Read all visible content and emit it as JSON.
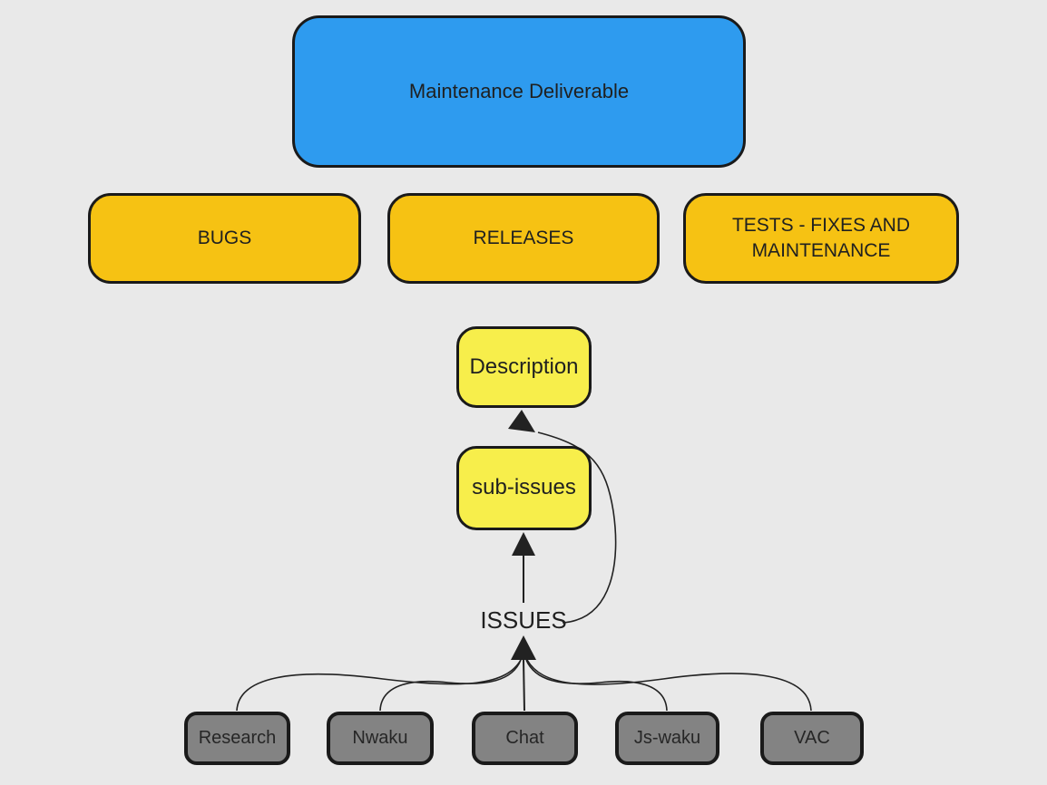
{
  "colors": {
    "background": "#e9e9e9",
    "blue": "#2e9bef",
    "orange": "#f6c213",
    "yellow": "#f7ee4b",
    "gray": "#838383",
    "border": "#1a1a1a",
    "line": "#222222",
    "text_dark": "#1f2020"
  },
  "diagram": {
    "nodes": {
      "root": {
        "label": "Maintenance Deliverable",
        "color": "#2e9bef"
      },
      "bugs": {
        "label": "BUGS",
        "color": "#f6c213"
      },
      "releases": {
        "label": "RELEASES",
        "color": "#f6c213"
      },
      "tests": {
        "label": "TESTS - FIXES AND MAINTENANCE",
        "color": "#f6c213"
      },
      "description": {
        "label": "Description",
        "color": "#f7ee4b"
      },
      "sub_issues": {
        "label": "sub-issues",
        "color": "#f7ee4b"
      },
      "issues": {
        "label": "ISSUES"
      },
      "research": {
        "label": "Research",
        "color": "#838383"
      },
      "nwaku": {
        "label": "Nwaku",
        "color": "#838383"
      },
      "chat": {
        "label": "Chat",
        "color": "#838383"
      },
      "js_waku": {
        "label": "Js-waku",
        "color": "#838383"
      },
      "vac": {
        "label": "VAC",
        "color": "#838383"
      }
    },
    "edges": [
      {
        "from": "research",
        "to": "issues"
      },
      {
        "from": "nwaku",
        "to": "issues"
      },
      {
        "from": "chat",
        "to": "issues"
      },
      {
        "from": "js_waku",
        "to": "issues"
      },
      {
        "from": "vac",
        "to": "issues"
      },
      {
        "from": "issues",
        "to": "sub_issues",
        "arrow": true
      },
      {
        "from": "issues",
        "to": "description",
        "arrow": true
      }
    ]
  }
}
